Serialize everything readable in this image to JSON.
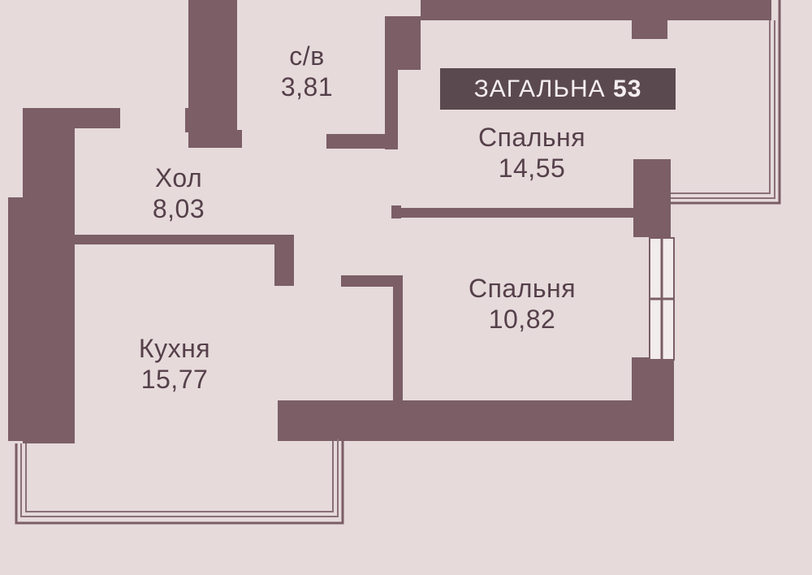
{
  "plan": {
    "colors": {
      "background": "#e6dadb",
      "wall": "#7b5e66",
      "badge_bg": "#5b4950",
      "badge_text": "#f4eef0",
      "text": "#55404a"
    },
    "total": {
      "label": "ЗАГАЛЬНА",
      "area": "53"
    },
    "rooms": [
      {
        "id": "bathroom",
        "name": "с/в",
        "area": "3,81"
      },
      {
        "id": "hall",
        "name": "Хол",
        "area": "8,03"
      },
      {
        "id": "bedroom-1",
        "name": "Спальня",
        "area": "14,55"
      },
      {
        "id": "bedroom-2",
        "name": "Спальня",
        "area": "10,82"
      },
      {
        "id": "kitchen",
        "name": "Кухня",
        "area": "15,77"
      }
    ]
  }
}
